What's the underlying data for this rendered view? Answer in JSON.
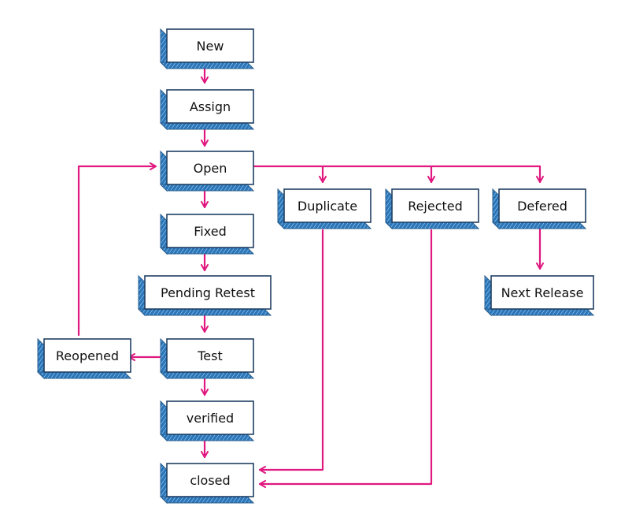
{
  "diagram": {
    "nodes": {
      "new": "New",
      "assign": "Assign",
      "open": "Open",
      "fixed": "Fixed",
      "pending_retest": "Pending Retest",
      "test": "Test",
      "verified": "verified",
      "closed": "closed",
      "reopened": "Reopened",
      "duplicate": "Duplicate",
      "rejected": "Rejected",
      "defered": "Defered",
      "next_release": "Next Release"
    }
  },
  "colors": {
    "box_side": "#2a76b8",
    "box_outline": "#2b5f8f",
    "arrow": "#e0187f"
  }
}
